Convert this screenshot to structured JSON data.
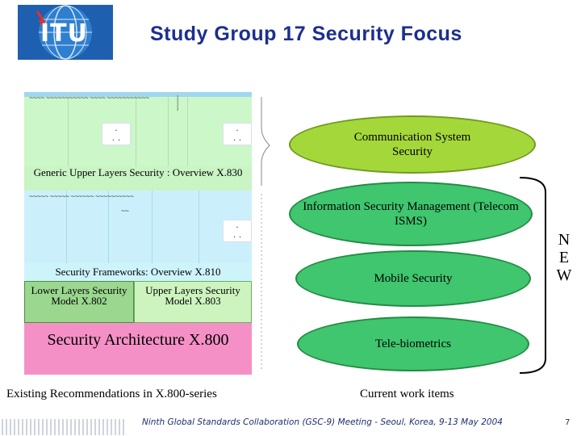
{
  "header": {
    "logo_text": "ITU",
    "title": "Study Group 17 Security Focus"
  },
  "left_stack": {
    "generic_upper": "Generic Upper Layers Security : Overview X.830",
    "security_frameworks": "Security Frameworks: Overview X.810",
    "lower_layers": "Lower Layers Security Model X.802",
    "upper_layers": "Upper Layers Security Model X.803",
    "architecture": "Security Architecture X.800",
    "caption": "Existing Recommendations in X.800-series"
  },
  "right_stack": {
    "items": [
      {
        "label": "Communication System Security"
      },
      {
        "label": "Information Security Management (Telecom ISMS)"
      },
      {
        "label": "Mobile Security"
      },
      {
        "label": "Tele-biometrics"
      }
    ],
    "caption": "Current work items",
    "new_letters": [
      "N",
      "E",
      "W"
    ]
  },
  "footer": {
    "text": "Ninth Global Standards Collaboration (GSC-9) Meeting - Seoul, Korea, 9-13 May 2004",
    "page": "7"
  },
  "colors": {
    "title_blue": "#1c2f8e",
    "architecture_pink": "#f590c6",
    "ellipse_lime": "#a4d83a",
    "ellipse_green": "#3fc66e",
    "panel_green": "#ccf7c8",
    "panel_cyan": "#ccf0fb"
  }
}
